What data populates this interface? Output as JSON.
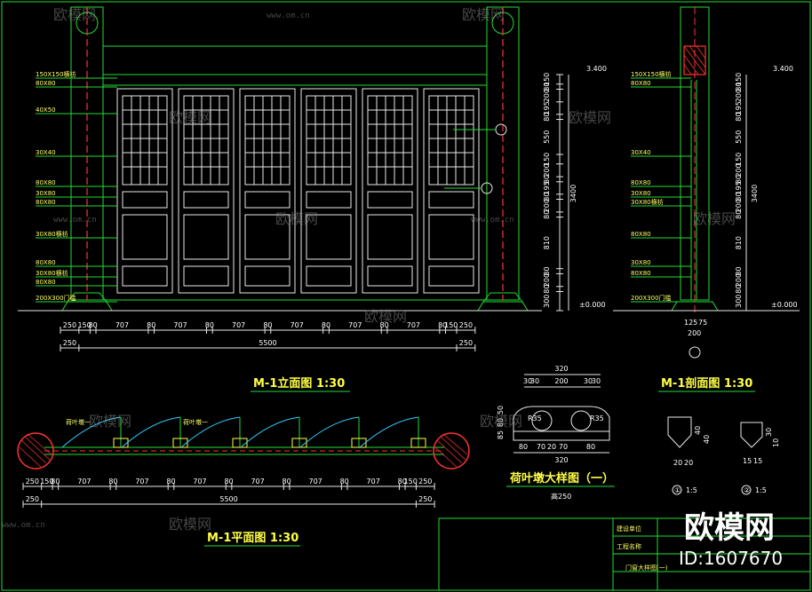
{
  "colors": {
    "lines": "#22dd33",
    "dims": "#ffffff",
    "titles": "#ffff44",
    "red": "#ff3333",
    "cyan": "#33ccff",
    "bg": "#000000"
  },
  "elevation": {
    "title": "M-1立面图 1:30",
    "labels": [
      "150X150横枋",
      "80X80",
      "40X50",
      "30X40",
      "80X80",
      "30X80",
      "80X80",
      "30X80横枋",
      "80X80",
      "30X80横枋",
      "80X80",
      "200X300门槛"
    ],
    "dims_row1": [
      "250",
      "150",
      "80",
      "707",
      "80",
      "707",
      "80",
      "707",
      "80",
      "707",
      "80",
      "707",
      "80",
      "707",
      "80",
      "150",
      "250"
    ],
    "dims_row2": [
      "250",
      "5500",
      "250"
    ]
  },
  "section": {
    "title": "M-1剖面图 1:30",
    "top_level": "3.400",
    "bottom_level": "±0.000",
    "left_dims": [
      "150",
      "80",
      "200",
      "195",
      "80",
      "550",
      "150",
      "200",
      "80",
      "195",
      "80",
      "200",
      "80",
      "810",
      "80",
      "200",
      "80",
      "300"
    ],
    "total": "3400",
    "labels": [
      "150X150横枋",
      "80X80",
      "30X40",
      "80X80",
      "30X80",
      "30X80横枋",
      "80X80",
      "30X80",
      "80X80",
      "200X300门槛"
    ],
    "bottom_dims": [
      "125",
      "75",
      "200"
    ]
  },
  "plan": {
    "title": "M-1平面图 1:30",
    "tags": [
      "荷叶墩一",
      "荷叶墩一"
    ],
    "dims_row1": [
      "250",
      "150",
      "80",
      "707",
      "80",
      "707",
      "80",
      "707",
      "80",
      "707",
      "80",
      "707",
      "80",
      "707",
      "80",
      "150",
      "250"
    ],
    "dims_row2": [
      "250",
      "5500",
      "250"
    ]
  },
  "detail": {
    "title": "荷叶墩大样图（一）",
    "subtitle": "高250",
    "top_dims": [
      "320",
      "30",
      "30",
      "200",
      "30",
      "30"
    ],
    "side_dims": [
      "50",
      "80",
      "85"
    ],
    "radius": [
      "R35",
      "R35"
    ],
    "bottom_dims": [
      "80",
      "70",
      "20",
      "70",
      "80"
    ],
    "bottom_total": "320"
  },
  "small_details": [
    {
      "label": "①",
      "scale": "1:5",
      "dims": [
        "20",
        "20",
        "40",
        "40"
      ]
    },
    {
      "label": "②",
      "scale": "1:5",
      "dims": [
        "15",
        "15",
        "30",
        "10"
      ]
    }
  ],
  "title_block": {
    "rows": [
      "建设单位",
      "工程名称",
      "门窗大样图(一)"
    ]
  },
  "watermark": {
    "brand": "欧模网",
    "url": "www.om.cn",
    "id": "ID:1607670"
  }
}
